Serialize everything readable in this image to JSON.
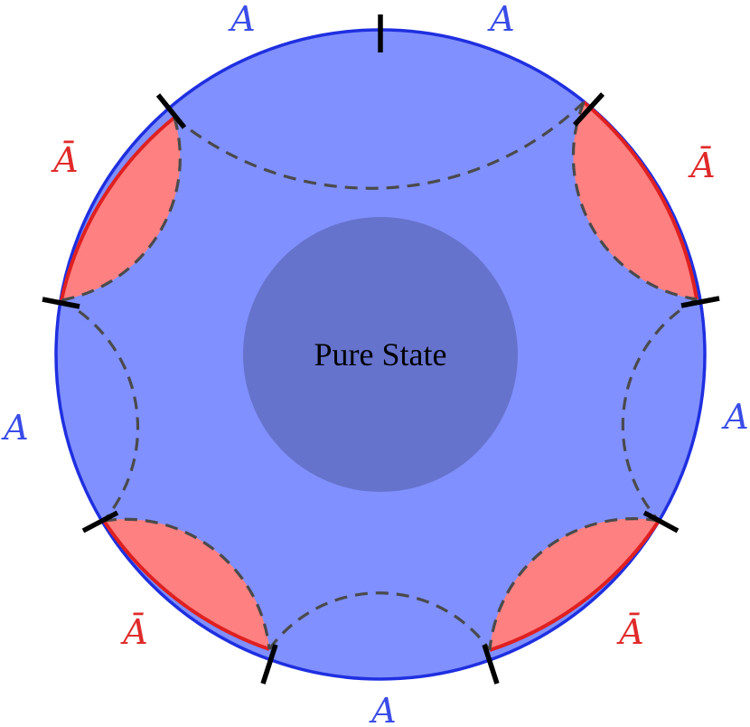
{
  "center_label": "Pure State",
  "regions": [
    {
      "label": "A",
      "color": "#3a4de8"
    },
    {
      "label": "A",
      "color": "#3a4de8"
    },
    {
      "label": "Ā",
      "color": "#e02a2a"
    },
    {
      "label": "A",
      "color": "#3a4de8"
    },
    {
      "label": "Ā",
      "color": "#e02a2a"
    },
    {
      "label": "A",
      "color": "#3a4de8"
    },
    {
      "label": "Ā",
      "color": "#e02a2a"
    },
    {
      "label": "A",
      "color": "#3a4de8"
    },
    {
      "label": "Ā",
      "color": "#e02a2a"
    }
  ],
  "colors": {
    "disk_fill": "#8090ff",
    "disk_border": "#1f2fe0",
    "region_fill": "#ff8080",
    "region_border": "#e02020",
    "pure_state_fill": "#6673cc"
  }
}
